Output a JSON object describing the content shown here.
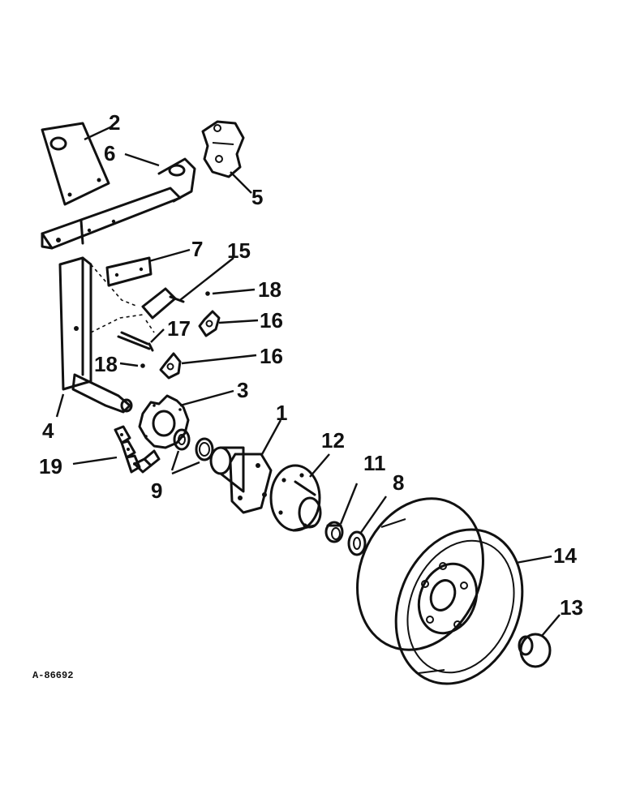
{
  "diagram": {
    "reference_code": "A-86692",
    "callouts": {
      "c1": "1",
      "c2": "2",
      "c3": "3",
      "c4": "4",
      "c5": "5",
      "c6": "6",
      "c7": "7",
      "c8": "8",
      "c9": "9",
      "c11": "11",
      "c12": "12",
      "c13": "13",
      "c14": "14",
      "c15": "15",
      "c16a": "16",
      "c16b": "16",
      "c17": "17",
      "c18a": "18",
      "c18b": "18",
      "c19": "19"
    }
  }
}
